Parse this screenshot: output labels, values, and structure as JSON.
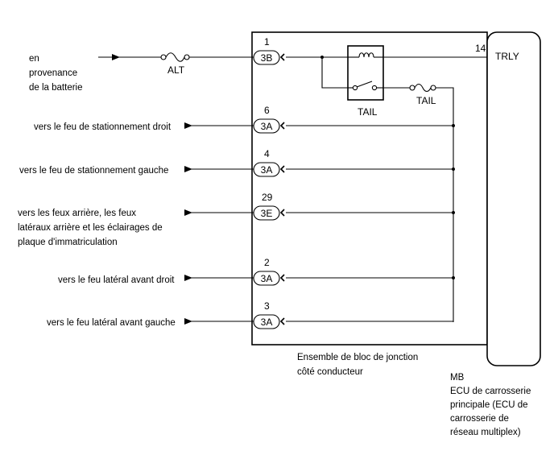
{
  "source": {
    "lines": [
      "en",
      "provenance",
      "de la batterie"
    ]
  },
  "fuses": {
    "alt": "ALT",
    "tail_fuse": "TAIL"
  },
  "relay": {
    "label": "TAIL"
  },
  "ecu_pin": {
    "number": "14",
    "name": "TRLY"
  },
  "connectors": [
    {
      "pin": "1",
      "code": "3B"
    },
    {
      "pin": "6",
      "code": "3A"
    },
    {
      "pin": "4",
      "code": "3A"
    },
    {
      "pin": "29",
      "code": "3E"
    },
    {
      "pin": "2",
      "code": "3A"
    },
    {
      "pin": "3",
      "code": "3A"
    }
  ],
  "outputs": [
    {
      "lines": [
        "vers le feu de stationnement droit"
      ]
    },
    {
      "lines": [
        "vers le feu de stationnement gauche"
      ]
    },
    {
      "lines": [
        "vers les feux arrière, les feux",
        "latéraux arrière et les éclairages de",
        "plaque d'immatriculation"
      ]
    },
    {
      "lines": [
        "vers le feu latéral avant droit"
      ]
    },
    {
      "lines": [
        "vers le feu latéral avant gauche"
      ]
    }
  ],
  "junction_block": {
    "lines": [
      "Ensemble de bloc de jonction",
      "côté conducteur"
    ]
  },
  "ecu": {
    "lines": [
      "MB",
      "ECU de carrosserie",
      "principale (ECU de",
      "carrosserie de",
      "réseau multiplex)"
    ]
  }
}
